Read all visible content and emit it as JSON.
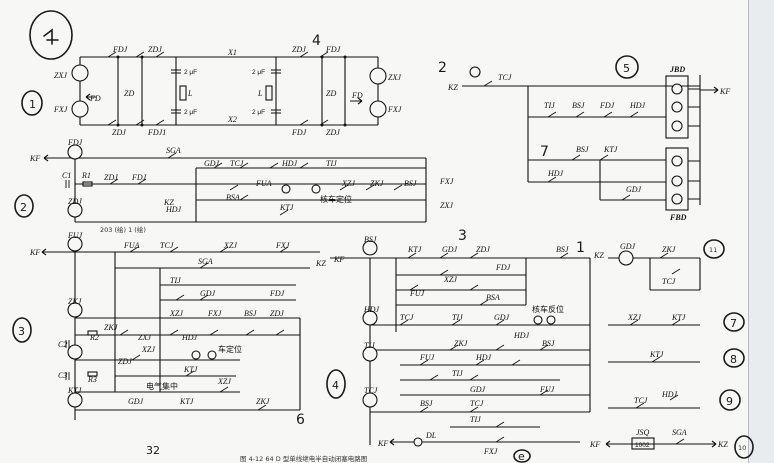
{
  "circuit_1": {
    "marks": {
      "circle_1": "1",
      "label_4": "4",
      "circle_1b": "1"
    },
    "fdj": "FDJ",
    "zdj": "ZDJ",
    "x1": "X1",
    "x2": "X2",
    "cap": "2 μF",
    "L": "L",
    "zxj": "ZXJ",
    "fxj": "FXJ",
    "fd": "FD",
    "zd": "ZD",
    "fdj1": "FDJ1",
    "zdj_b": "ZDJ"
  },
  "circuit_kf": {
    "marks": {
      "circle_2": "2",
      "circle_5": "5",
      "mark_7": "7"
    },
    "kz": "KZ",
    "tcj": "TCJ",
    "tij": "TIJ",
    "bsj": "BSJ",
    "fdj": "FDJ",
    "hdj": "HDJ",
    "ktj": "KTJ",
    "gdj": "GDJ",
    "jbd": "JBD",
    "fbd": "FBD",
    "kf": "KF"
  },
  "circuit_2": {
    "marks": {
      "circle_2": "2",
      "hand_3": "3",
      "hand_203": "203 (绘) 1 (绘)"
    },
    "kf": "KF",
    "fdj": "FDJ",
    "c1": "C1",
    "r1": "R1",
    "zdj": "ZDJ",
    "fdj2": "FDJ",
    "sga": "SGA",
    "gdj": "GDJ",
    "tcj": "TCJ",
    "hdj": "HDJ",
    "tij": "TIJ",
    "fua": "FUA",
    "bsa": "BSA",
    "xzj": "XZJ",
    "zkj": "ZKJ",
    "bsj": "BSJ",
    "fxj": "FXJ",
    "zxj": "ZXJ",
    "kz": "KZ",
    "ktj": "KTJ",
    "zdj2": "ZDJ",
    "text_jichedingwei": "核车定位"
  },
  "circuit_3": {
    "marks": {
      "circle_3": "3",
      "mark_2": "2",
      "mark_6": "6",
      "mark_32": "32",
      "hand_3": "3"
    },
    "kf": "KF",
    "fuj": "FUJ",
    "fua": "FUA",
    "tcj": "TCJ",
    "xzj": "XZJ",
    "sga": "SGA",
    "fxj": "FXJ",
    "kz": "KZ",
    "tij": "TIJ",
    "gdj": "GDJ",
    "zkj": "ZKJ",
    "r2": "R2",
    "zxj": "ZXJ",
    "bsj": "BSJ",
    "fdj": "FDJ",
    "c2": "C2",
    "c3": "C3",
    "r3": "R3",
    "zdj": "ZDJ",
    "hdj": "HDJ",
    "ktj": "KTJ",
    "text_dingwei": "车定位",
    "text_dianqi": "电气集中"
  },
  "circuit_4": {
    "marks": {
      "circle_4": "4",
      "mark_1": "1",
      "circle_e": "e"
    },
    "kf": "KF",
    "bsj": "BSJ",
    "ktj": "KTJ",
    "gdj": "GDJ",
    "zdj": "ZDJ",
    "fdj": "FDJ",
    "xzj": "XZJ",
    "fuj": "FUJ",
    "bsa": "BSA",
    "hdj": "HDJ",
    "tcj": "TCJ",
    "tij": "TIJ",
    "zkj": "ZKJ",
    "fxj": "FXJ",
    "dl": "DL",
    "kz": "KZ",
    "text_fanwei": "核车反位"
  },
  "circuit_right": {
    "marks": {
      "circle_11": "11",
      "circle_7": "7",
      "circle_8": "8",
      "circle_9": "9",
      "circle_10": "10"
    },
    "gdj": "GDJ",
    "zkj": "ZKJ",
    "tcj": "TCJ",
    "xzj": "XZJ",
    "ktj": "KTJ",
    "hdj": "HDJ",
    "kf": "KF",
    "jsq": "JSQ",
    "jsq_val": "1002",
    "sga": "SGA",
    "kz": "KZ"
  },
  "caption": {
    "text": "图 4-12  64 D 型单线继电半自动闭塞电路图"
  },
  "colors": {
    "ink": "#111111",
    "paper": "#f7f7f5",
    "edge": "#e9ecef"
  }
}
